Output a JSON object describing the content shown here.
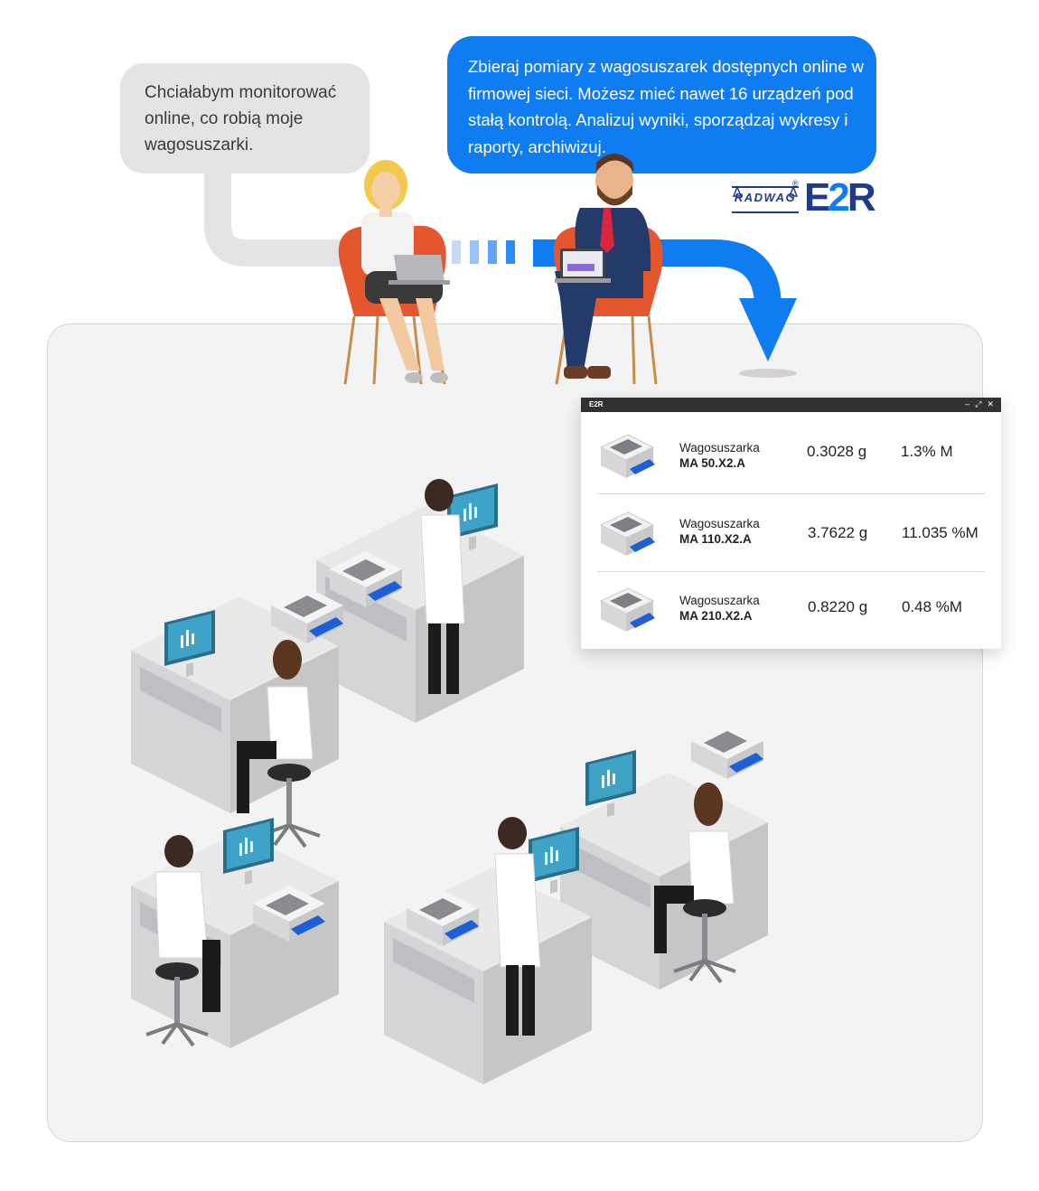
{
  "dialog": {
    "customer_bubble": "Chciałabym monitorować online, co robią moje wagosuszarki.",
    "consultant_bubble": "Zbieraj pomiary z wagosuszarek  dostępnych online w firmowej sieci. Możesz mieć nawet 16 urządzeń pod stałą kontrolą. Analizuj wyniki, sporządzaj wykresy i raporty, archiwizuj."
  },
  "brand": {
    "radwag": "RADWAG",
    "e2r_prefix": "E",
    "e2r_digit": "2",
    "e2r_suffix": "R",
    "registered": "®",
    "accent_color": "#0f7cf2",
    "navy_color": "#203b8c"
  },
  "app_window": {
    "title": "E2R",
    "controls": [
      "–",
      "⤢",
      "✕"
    ],
    "devices": [
      {
        "label": "Wagosuszarka",
        "model": "MA 50.X2.A",
        "mass": "0.3028 g",
        "moisture": "1.3% M"
      },
      {
        "label": "Wagosuszarka",
        "model": "MA 110.X2.A",
        "mass": "3.7622 g",
        "moisture": "11.035 %M"
      },
      {
        "label": "Wagosuszarka",
        "model": "MA 210.X2.A",
        "mass": "0.8220 g",
        "moisture": "0.48 %M"
      }
    ]
  }
}
